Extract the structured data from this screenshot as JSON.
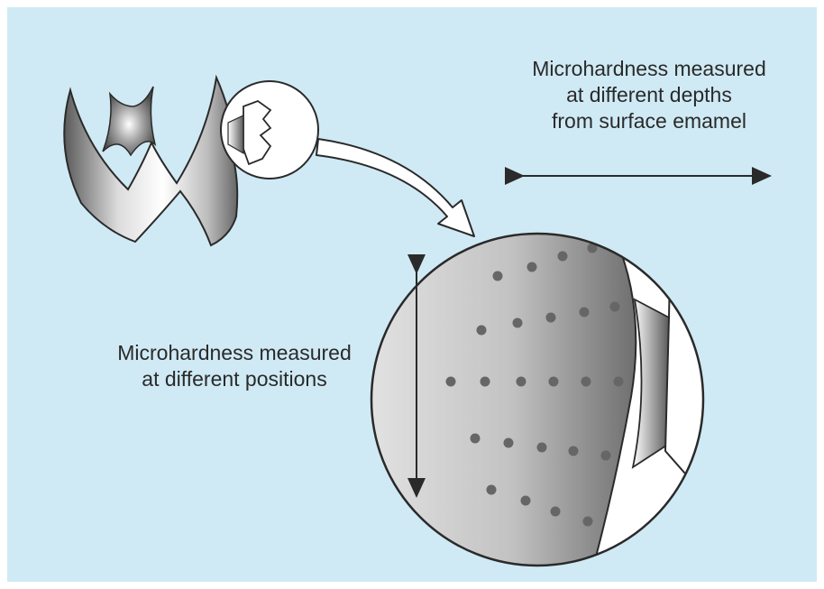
{
  "captions": {
    "depth": [
      "Microhardness measured",
      "at different depths",
      "from surface emamel"
    ],
    "position": [
      "Microhardness measured",
      "at different positions"
    ]
  },
  "colors": {
    "background": "#cfeaf4",
    "outline": "#2a2a2a",
    "measurement_dot": "#666666",
    "enamel_light": "#ffffff",
    "enamel_dark": "#6f6f6f"
  }
}
